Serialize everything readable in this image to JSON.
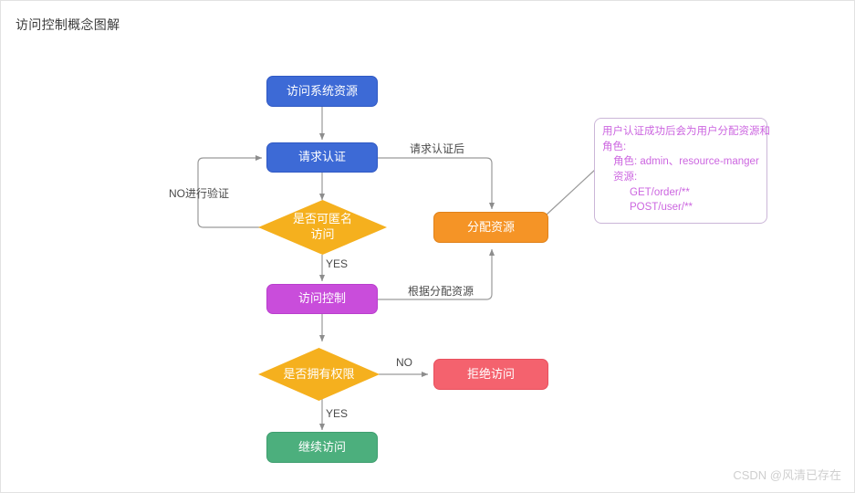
{
  "page": {
    "title": "访问控制概念图解",
    "watermark": "CSDN @风清已存在",
    "background": "#ffffff"
  },
  "colors": {
    "blue": "#3d6ad6",
    "orange": "#f59426",
    "amber": "#f5b01e",
    "purple": "#c94ddb",
    "red": "#f4626e",
    "green": "#4caf7d",
    "note_text": "#cc66e0",
    "note_border": "#cbb6d8",
    "connector": "#9a9a9a",
    "title_text": "#3a3a3a",
    "label_text": "#4a4a4a",
    "watermark_text": "#cfcfcf"
  },
  "diagram": {
    "type": "flowchart",
    "nodes": [
      {
        "id": "access-system-resource",
        "label": "访问系统资源",
        "shape": "rounded-rect",
        "color": "#3d6ad6"
      },
      {
        "id": "request-auth",
        "label": "请求认证",
        "shape": "rounded-rect",
        "color": "#3d6ad6"
      },
      {
        "id": "can-anonymous",
        "label": "是否可匿名\n访问",
        "shape": "diamond",
        "color": "#f5b01e"
      },
      {
        "id": "allocate-resource",
        "label": "分配资源",
        "shape": "rounded-rect",
        "color": "#f59426"
      },
      {
        "id": "access-control",
        "label": "访问控制",
        "shape": "rounded-rect",
        "color": "#c94ddb"
      },
      {
        "id": "has-permission",
        "label": "是否拥有权限",
        "shape": "diamond",
        "color": "#f5b01e"
      },
      {
        "id": "deny-access",
        "label": "拒绝访问",
        "shape": "rounded-rect",
        "color": "#f4626e"
      },
      {
        "id": "continue-access",
        "label": "继续访问",
        "shape": "rounded-rect",
        "color": "#4caf7d"
      }
    ],
    "edges": [
      {
        "from": "access-system-resource",
        "to": "request-auth",
        "label": ""
      },
      {
        "from": "request-auth",
        "to": "can-anonymous",
        "label": ""
      },
      {
        "from": "can-anonymous",
        "to": "request-auth",
        "label": "NO进行验证"
      },
      {
        "from": "can-anonymous",
        "to": "access-control",
        "label": "YES"
      },
      {
        "from": "request-auth",
        "to": "allocate-resource",
        "label": "请求认证后"
      },
      {
        "from": "access-control",
        "to": "allocate-resource",
        "label": "根据分配资源"
      },
      {
        "from": "access-control",
        "to": "has-permission",
        "label": ""
      },
      {
        "from": "has-permission",
        "to": "deny-access",
        "label": "NO"
      },
      {
        "from": "has-permission",
        "to": "continue-access",
        "label": "YES"
      },
      {
        "from": "allocate-resource",
        "to": "note",
        "label": ""
      }
    ],
    "edge_labels": {
      "no_verify": "NO进行验证",
      "yes_anonymous": "YES",
      "after_request_auth": "请求认证后",
      "by_allocated_resource": "根据分配资源",
      "no_permission": "NO",
      "yes_permission": "YES"
    }
  },
  "note": {
    "lines": [
      {
        "text": "用户认证成功后会为用户分配资源和",
        "indent": 0
      },
      {
        "text": "角色:",
        "indent": 0
      },
      {
        "text": "角色: admin、resource-manger",
        "indent": 1
      },
      {
        "text": "资源:",
        "indent": 1
      },
      {
        "text": "GET/order/**",
        "indent": 2
      },
      {
        "text": "POST/user/**",
        "indent": 2
      }
    ]
  }
}
